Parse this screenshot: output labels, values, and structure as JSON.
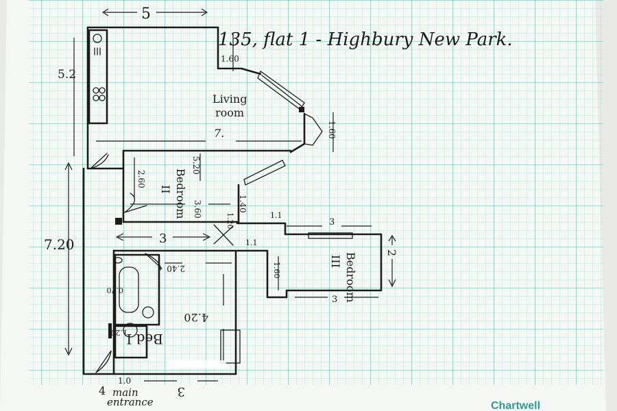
{
  "title": "135, flat 1 - Highbury New Park.",
  "brand": "Chartwell",
  "colors": {
    "grid": "#5fbfae",
    "paper": "#f4f7f4",
    "ink": "#1b1b1b",
    "brand": "#2e9b8b"
  },
  "rooms": {
    "living": [
      "Living",
      "room"
    ],
    "bedroom2": [
      "II",
      "Bedroom"
    ],
    "bedroom3": [
      "III",
      "Bedroom"
    ],
    "bedroom1": "Bed I",
    "entrance": [
      "main",
      "entrance"
    ]
  },
  "dimensions": {
    "top": "5",
    "left_upper": "5.2",
    "living_width": "7.",
    "window_right": "1.60",
    "window_top": "1.60",
    "bed2_a": "2.60",
    "bed2_b": "3.60",
    "bed2_c": "5.20",
    "hall_a": "1.40",
    "hall_b": "1.20",
    "hall_c": "1.1",
    "hall_d": "1.1",
    "left_lower": "7.20",
    "corridor": "3",
    "bed3_top": "3",
    "bed3_side": "2",
    "bed3_left": "1.60",
    "bed3_bottom": "3",
    "bed1_a": "2.40",
    "bed1_b": "4.20",
    "bath_a": "0.70",
    "bath_b": "1.20",
    "entrance_w": "1.0",
    "bottom": "3",
    "bottom_left": "4"
  }
}
